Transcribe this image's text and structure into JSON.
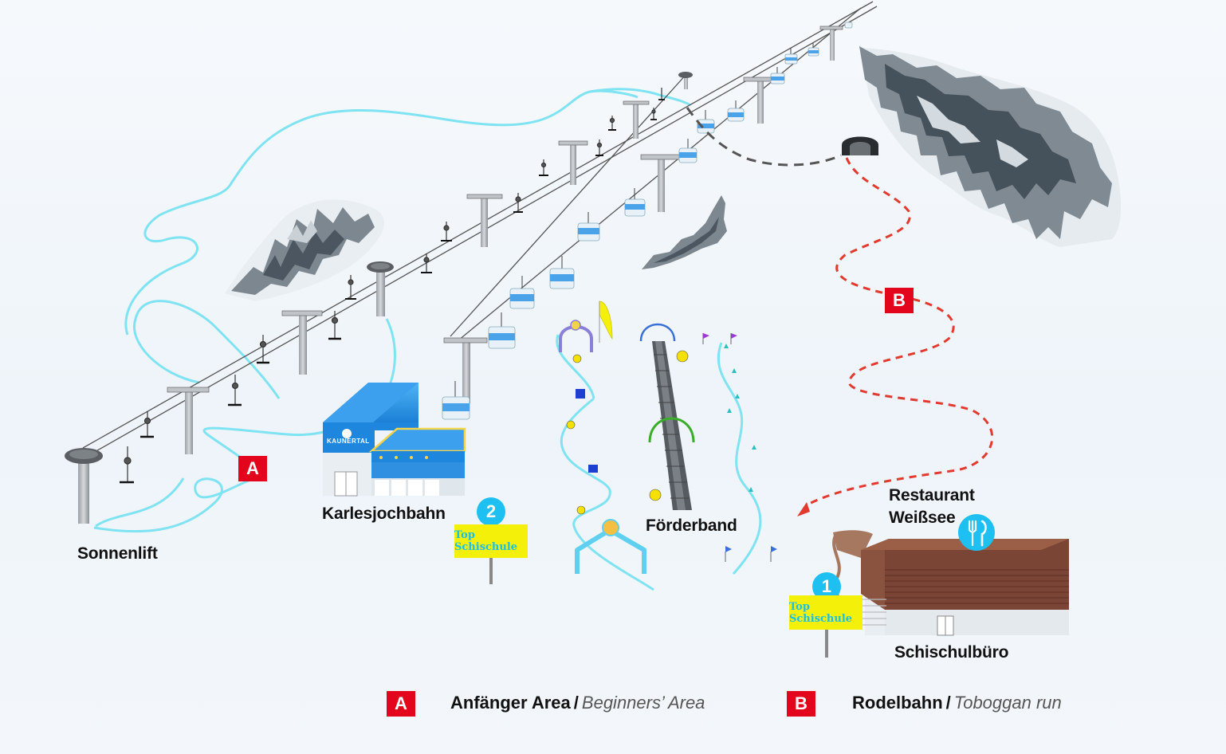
{
  "labels": {
    "sonnenlift": "Sonnenlift",
    "karlesjochbahn": "Karlesjochbahn",
    "foerderband": "Förderband",
    "restaurant_line1": "Restaurant",
    "restaurant_line2": "Weißsee",
    "schischulbuero": "Schischulbüro",
    "building_logo": "KAUNERTAL"
  },
  "markers": {
    "area_a": "A",
    "area_b": "B",
    "school_1": "1",
    "school_2": "2"
  },
  "signs": {
    "school_sign_text": "Top Schischule"
  },
  "legend": [
    {
      "badge": "A",
      "name_de": "Anfänger Area",
      "separator": "/",
      "name_en": "Beginners’ Area"
    },
    {
      "badge": "B",
      "name_de": "Rodelbahn",
      "separator": "/",
      "name_en": "Toboggan run"
    }
  ],
  "colors": {
    "badge_red": "#e3051b",
    "trail_cyan": "#7fe3f2",
    "toboggan_red": "#e23a2f",
    "school_blue": "#1ec0f2",
    "sign_yellow": "#f5f00a",
    "roof_brown": "#8a5340",
    "lift_station_blue": "#2f8fe0"
  },
  "icons": [
    "restaurant-icon",
    "tunnel-icon",
    "flag-icon",
    "smiley-icon"
  ]
}
